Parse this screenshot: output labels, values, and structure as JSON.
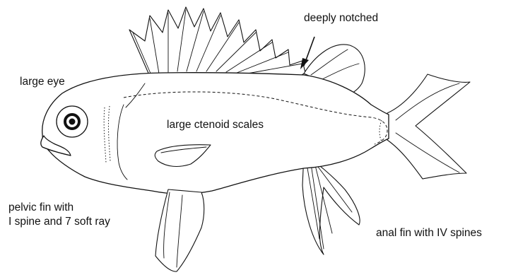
{
  "labels": {
    "deeply_notched": "deeply notched",
    "large_eye": "large eye",
    "large_ctenoid_scales": "large ctenoid scales",
    "pelvic_fin_line1": "pelvic fin with",
    "pelvic_fin_line2": "I spine and 7 soft ray",
    "anal_fin": "anal fin with IV spines"
  },
  "colors": {
    "line": "#111111",
    "background": "#ffffff"
  }
}
